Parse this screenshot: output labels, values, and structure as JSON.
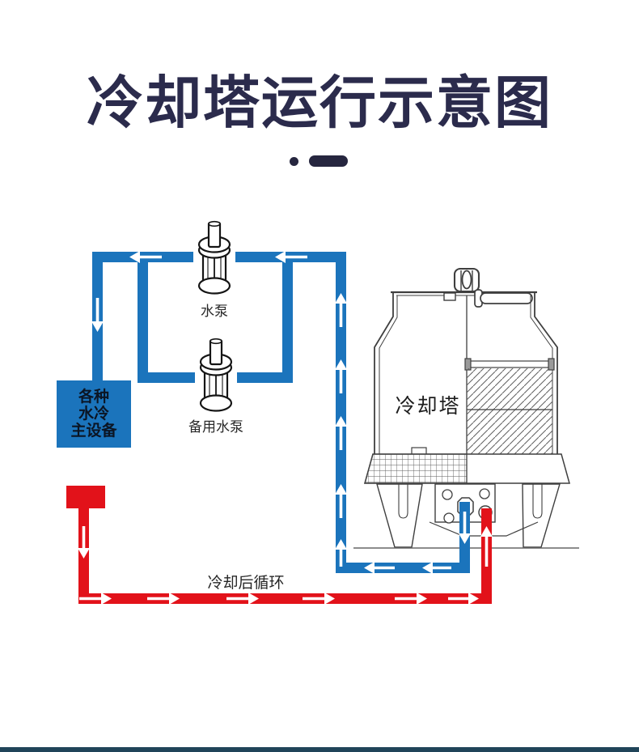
{
  "page": {
    "title": "冷却塔运行示意图",
    "title_color": "#2b2b4c",
    "footer_bar_color": "#204459",
    "background": "#ffffff"
  },
  "diagram": {
    "labels": {
      "pump": "水泵",
      "backup_pump": "备用水泵",
      "equipment_box": "各种\n水冷\n主设备",
      "cooling_tower": "冷却塔",
      "cooled_loop": "冷却后循环"
    },
    "colors": {
      "cold_pipe_blue": "#1b74bc",
      "hot_pipe_red": "#e2121a",
      "flow_arrow": "#ffffff",
      "tower_outline": "#3f3f3f",
      "equipment_box_fill": "#1b74bc",
      "heat_source_fill": "#e2121a"
    }
  }
}
